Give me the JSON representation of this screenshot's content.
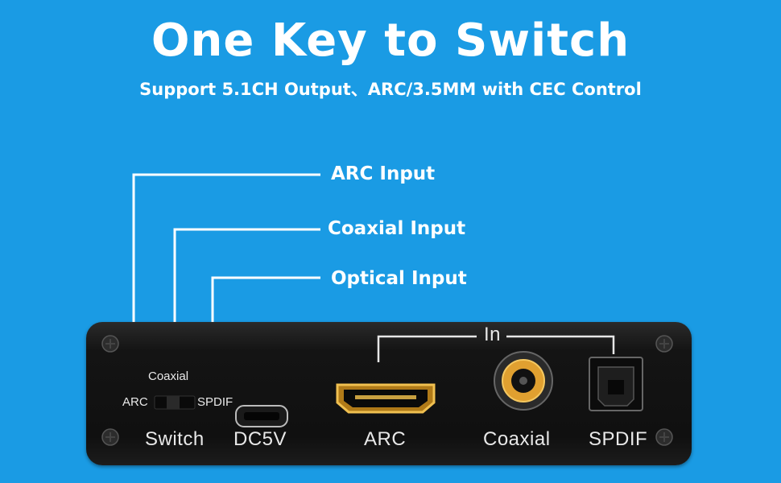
{
  "heading": {
    "title": "One Key to Switch",
    "subtitle": "Support 5.1CH Output、ARC/3.5MM with CEC Control"
  },
  "callouts": [
    {
      "label": "ARC Input"
    },
    {
      "label": "Coaxial Input"
    },
    {
      "label": "Optical Input"
    }
  ],
  "device": {
    "section_label": "In",
    "switch_positions": {
      "left": "ARC",
      "top": "Coaxial",
      "right": "SPDIF"
    },
    "port_labels": {
      "switch": "Switch",
      "power": "DC5V",
      "arc": "ARC",
      "coaxial": "Coaxial",
      "spdif": "SPDIF"
    }
  },
  "colors": {
    "background": "#1a9be4",
    "device_body": "#141414",
    "connector_gold": "#e0a030",
    "text": "#ffffff"
  }
}
